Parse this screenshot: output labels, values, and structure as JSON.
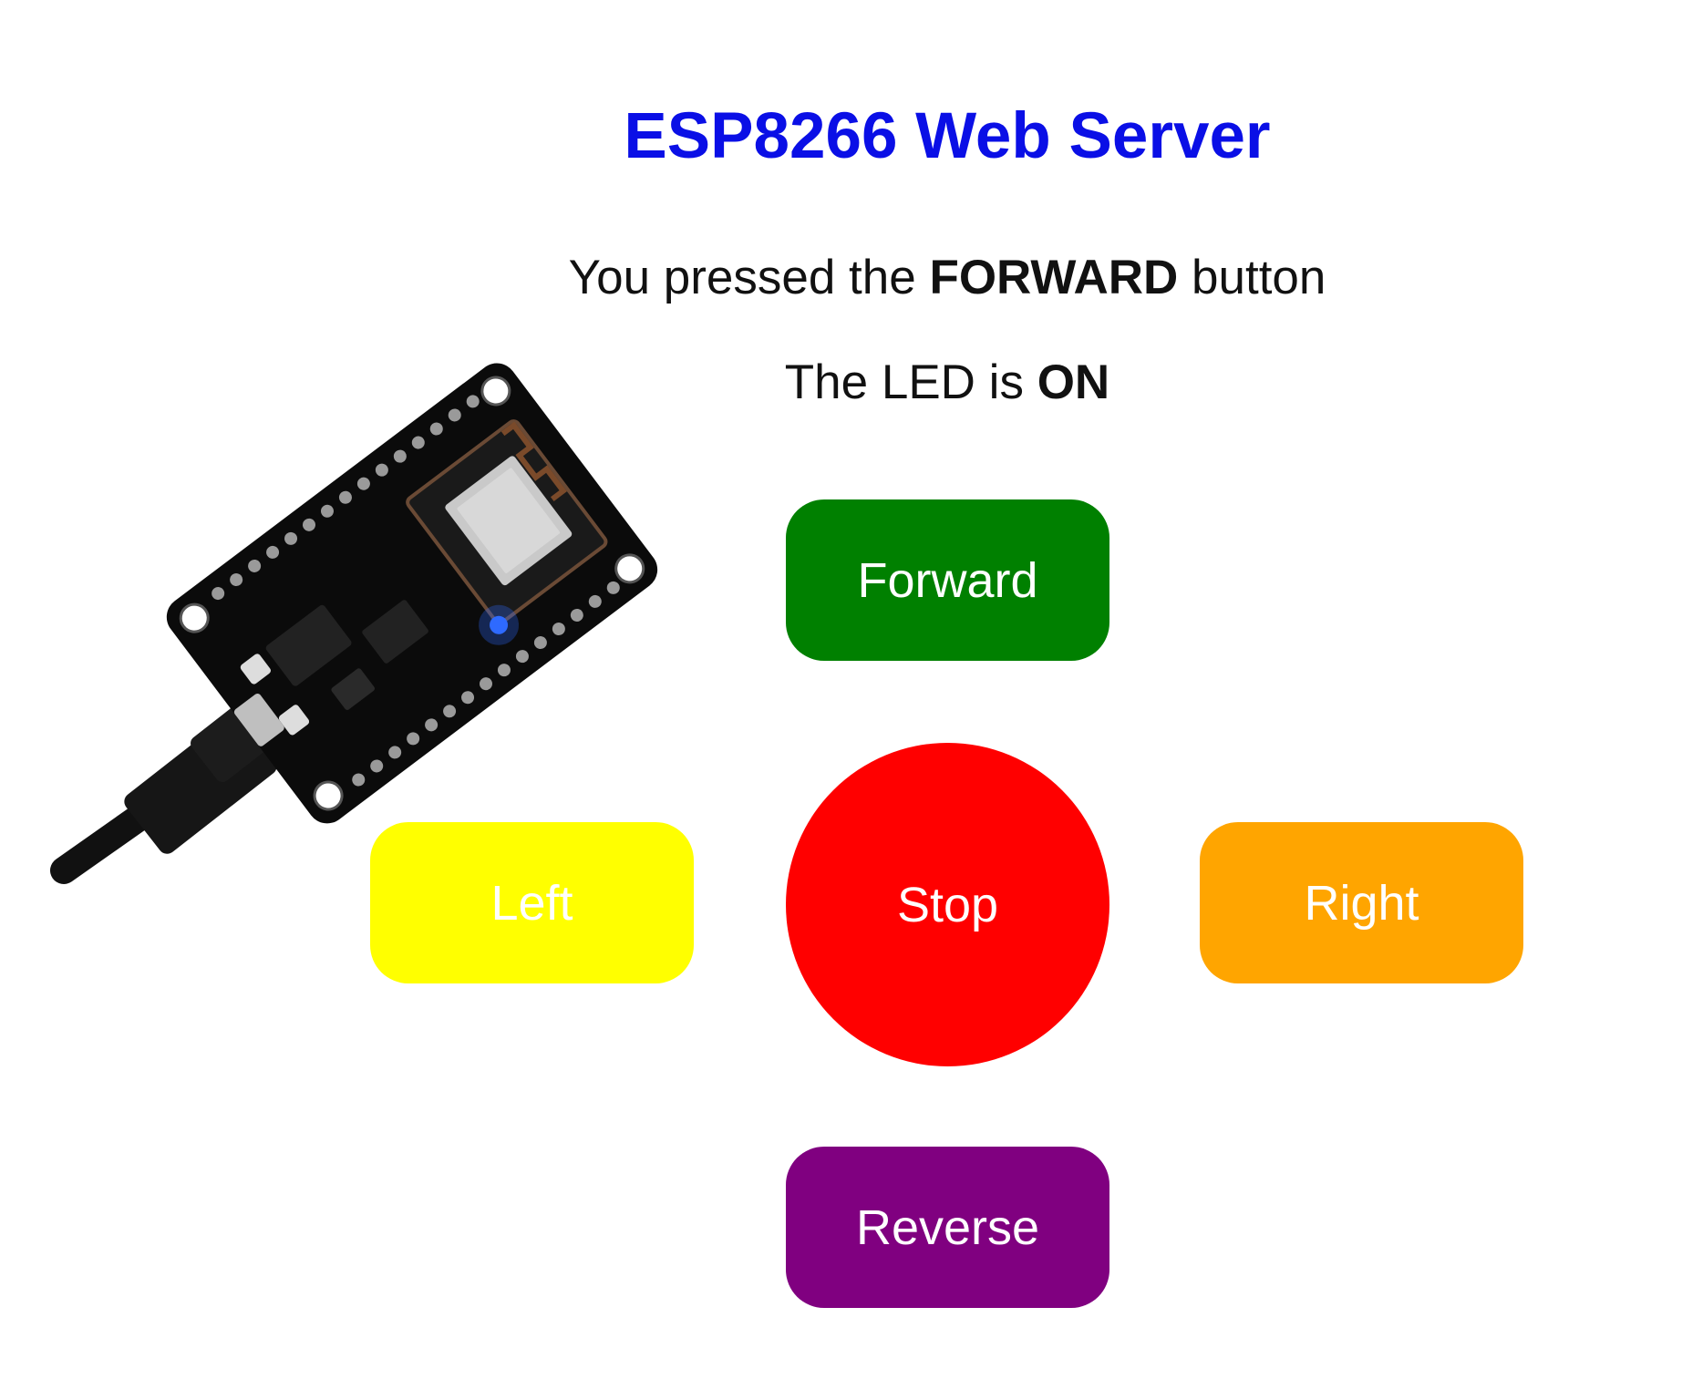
{
  "page": {
    "title": "ESP8266 Web Server",
    "pressed": {
      "prefix": "You pressed the ",
      "value": "FORWARD",
      "suffix": " button"
    },
    "led": {
      "prefix": "The LED is ",
      "value": "ON"
    }
  },
  "controls": {
    "forward": {
      "label": "Forward",
      "color": "#008000"
    },
    "left": {
      "label": "Left",
      "color": "#ffff00"
    },
    "stop": {
      "label": "Stop",
      "color": "#ff0000"
    },
    "right": {
      "label": "Right",
      "color": "#ffa500"
    },
    "reverse": {
      "label": "Reverse",
      "color": "#800080"
    }
  },
  "colors": {
    "title": "#0a0fe6",
    "board_pcb": "#0b0b0b",
    "board_led": "#2f6bff"
  },
  "illustration": {
    "board_icon": "esp8266-nodemcu-board-icon",
    "cable_icon": "usb-cable-icon"
  }
}
